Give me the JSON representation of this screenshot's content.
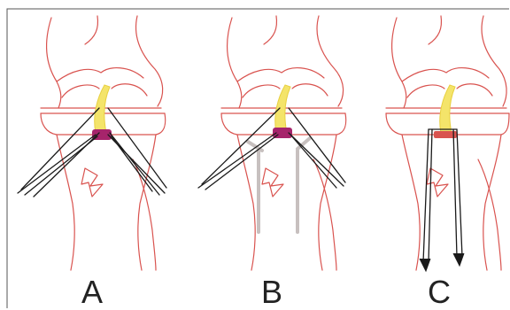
{
  "panels": [
    {
      "id": "A",
      "label": "A"
    },
    {
      "id": "B",
      "label": "B"
    },
    {
      "id": "C",
      "label": "C"
    }
  ],
  "colors": {
    "bone_outline": "#d9534f",
    "ligament": "#f4e46a",
    "graft_block": "#a6246b",
    "suture": "#1a1a1a",
    "guide_pin": "#c7c0bf"
  }
}
